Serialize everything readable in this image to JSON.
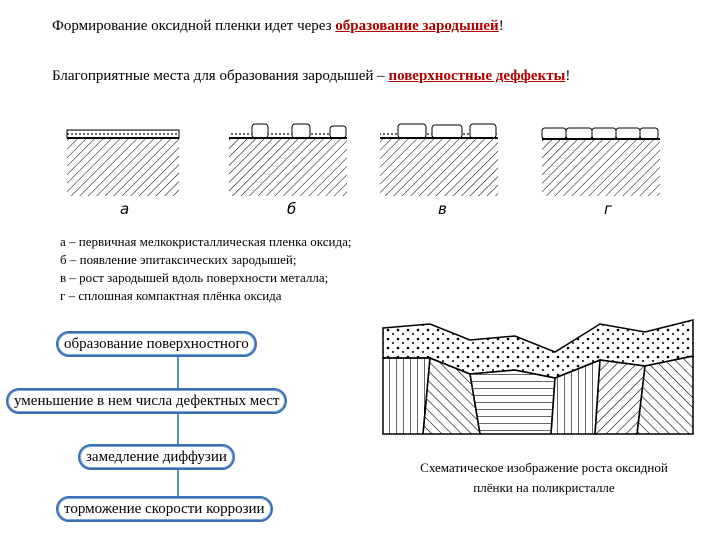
{
  "header": {
    "line1_prefix": "Формирование оксидной пленки идет через ",
    "line1_highlight": "образование зародышей",
    "line1_suffix": "!",
    "line2_prefix": "Благоприятные места для образования зародышей – ",
    "line2_highlight": "поверхностные деффекты",
    "line2_suffix": "!"
  },
  "figure": {
    "labels": [
      "а",
      "б",
      "в",
      "г"
    ]
  },
  "legend": [
    "а – первичная мелкокристаллическая пленка оксида;",
    "б – появление эпитаксических зародышей;",
    "в – рост зародышей вдоль поверхности металла;",
    "г – сплошная компактная плёнка оксида"
  ],
  "flow": [
    "образование поверхностного",
    "уменьшение в нем числа дефектных мест",
    "замедление диффузии",
    "торможение скорости коррозии"
  ],
  "caption": "Схематическое изображение роста оксидной плёнки на поликристалле",
  "colors": {
    "highlight": "#b00000",
    "flow_border": "#3b6fb3"
  }
}
